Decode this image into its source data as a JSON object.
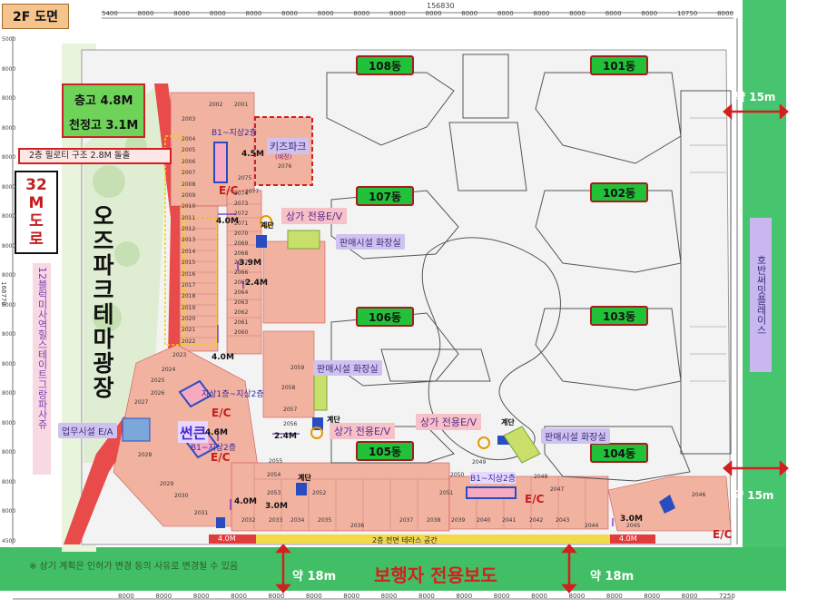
{
  "header": {
    "title": "2F 도면",
    "top_dims": [
      "5400",
      "8000",
      "8000",
      "8000",
      "8000",
      "8000",
      "8000",
      "8000",
      "8000",
      "8000",
      "8000",
      "8000",
      "8000",
      "8000",
      "8000",
      "8000",
      "10750",
      "8000"
    ],
    "top_total": "156830"
  },
  "left_info": {
    "floor_height": "층고 4.8M",
    "ceiling_height": "천정고 3.1M",
    "piloti_note": "2층 필로티 구조 2.8M 돌출",
    "road_chars": [
      "32",
      "M",
      "도",
      "로"
    ],
    "plaza_text": "오즈파크테마광장",
    "side_text": "12블럭미사역힐스테이트그랑파사쥬",
    "office_elevator": "업무시설 E/A",
    "left_total": "168770",
    "left_dims": [
      "5000",
      "8000",
      "8000",
      "8000",
      "8000",
      "8000",
      "8000",
      "8000",
      "8000",
      "8000",
      "8000",
      "8000",
      "8000",
      "8000",
      "8000",
      "8000",
      "8000",
      "4500"
    ]
  },
  "buildings": {
    "d108": "108동",
    "d101": "101동",
    "d107": "107동",
    "d102": "102동",
    "d106": "106동",
    "d103": "103동",
    "d105": "105동",
    "d104": "104동"
  },
  "labels": {
    "kids_park": "키즈파크",
    "kids_park_sub": "(예정)",
    "b1_2f_top": "B1~지상2층",
    "shop_ev_top": "상가 전용E/V",
    "restroom_1": "판매시설 화장실",
    "restroom_2": "판매시설 화장실",
    "restroom_3": "판매시설 화장실",
    "shop_ev_mid": "상가 전용E/V",
    "shop_ev_right": "상가 전용E/V",
    "stair_1": "계단",
    "stair_2": "계단",
    "stair_3": "계단",
    "stair_4": "계단",
    "suncken": "썬큰",
    "sunken_top": "지상1층~지상2층",
    "sunken_bottom": "B1~지상2층",
    "b1_2f_bottom": "B1~지상2층",
    "ec": "E/C",
    "terrace": "2층 전면 테라스 공간",
    "pedestrian": "보행자 전용보도",
    "approx_18m_left": "약 18m",
    "approx_18m_right": "약 18m",
    "approx_15m_top": "약 15m",
    "approx_15m_bottom": "약 15m",
    "hoban": "호반써밋플레이스",
    "notice": "※ 상기 계획은 인허가 변경 등의 사유로 변경될 수 있음",
    "dim_4m": "4.0M",
    "dim_3_9m": "3.9M",
    "dim_2_4m": "2.4M",
    "dim_4_6m": "4.6M",
    "dim_3m": "3.0M",
    "dim_4_5m": "4.5M",
    "bottom_dims": [
      "8000",
      "8000",
      "8000",
      "8000",
      "8000",
      "8000",
      "8000",
      "8000",
      "8000",
      "8000",
      "8000",
      "8000",
      "8000",
      "8000",
      "8000",
      "8000",
      "7250"
    ]
  },
  "units": {
    "left_column": [
      "2004",
      "2005",
      "2006",
      "2007",
      "2008",
      "2009",
      "2010",
      "2011",
      "2012",
      "2013",
      "2014",
      "2015",
      "2016",
      "2017",
      "2018",
      "2019",
      "2020",
      "2021",
      "2022"
    ],
    "mid_column": [
      "2074",
      "2073",
      "2072",
      "2071",
      "2070",
      "2069",
      "2068",
      "2067",
      "2066",
      "2065",
      "2064",
      "2063",
      "2062",
      "2061",
      "2060"
    ],
    "misc": [
      "2001",
      "2002",
      "2003",
      "2023",
      "2024",
      "2025",
      "2026",
      "2027",
      "2028",
      "2029",
      "2030",
      "2031",
      "2032",
      "2033",
      "2034",
      "2035",
      "2036",
      "2037",
      "2038",
      "2039",
      "2040",
      "2041",
      "2042",
      "2043",
      "2044",
      "2045",
      "2046",
      "2047",
      "2048",
      "2049",
      "2050",
      "2051",
      "2052",
      "2053",
      "2054",
      "2055",
      "2056",
      "2057",
      "2058",
      "2059",
      "2075",
      "2076",
      "2077"
    ]
  },
  "colors": {
    "unit_fill": "#f2b2a0",
    "wall_red": "#e23b3b",
    "green_road": "#3cc26a",
    "building_green": "#22c13a",
    "purple": "#cfc2ef"
  }
}
